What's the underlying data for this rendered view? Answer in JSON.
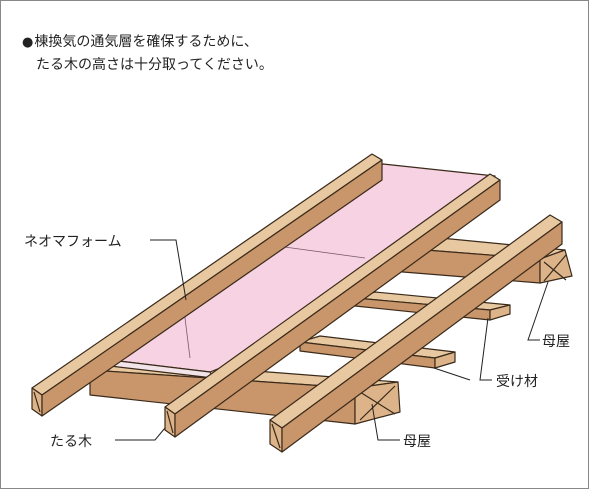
{
  "note": {
    "bullet": "●",
    "line1": "棟換気の通気層を確保するために、",
    "line2": "たる木の高さは十分取ってください。"
  },
  "labels": {
    "insulation": "ネオマフォーム",
    "rafter": "たる木",
    "purlin_right": "母屋",
    "batten": "受け材",
    "purlin_bottom": "母屋"
  },
  "colors": {
    "wood_top": "#e8c8a0",
    "wood_side": "#c9956a",
    "wood_end": "#ddb48a",
    "outline": "#3a2a1a",
    "insulation": "#f6d2e2",
    "frame": "#888888"
  }
}
